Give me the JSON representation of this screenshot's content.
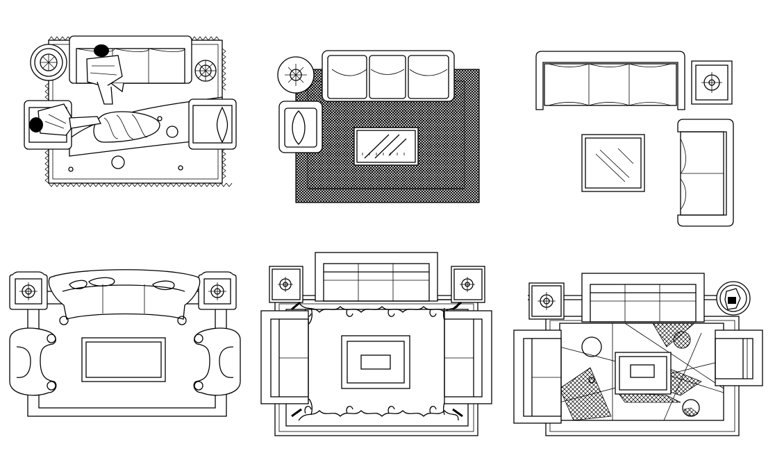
{
  "diagram": {
    "layouts": [
      {
        "id": "living-layout-1",
        "rug_pattern": "fringe",
        "has_people": true
      },
      {
        "id": "living-layout-2",
        "rug_pattern": "star-lattice",
        "has_people": false
      },
      {
        "id": "living-layout-3",
        "rug_pattern": "none",
        "has_people": false
      },
      {
        "id": "living-layout-4",
        "rug_pattern": "plain-border",
        "has_people": false
      },
      {
        "id": "living-layout-5",
        "rug_pattern": "scroll-ornament",
        "has_people": false
      },
      {
        "id": "living-layout-6",
        "rug_pattern": "geometric",
        "has_people": false
      }
    ],
    "colors": {
      "line": "#000000",
      "background": "#ffffff"
    }
  }
}
